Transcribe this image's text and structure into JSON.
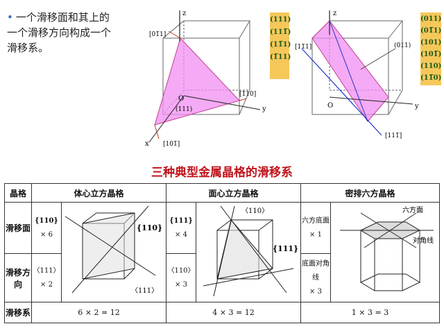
{
  "bullet": {
    "text": "一个滑移面和其上的一个滑移方向构成一个滑移系。"
  },
  "left_figure": {
    "labels": {
      "z": "z",
      "x": "x",
      "y": "y",
      "origin": "O",
      "plane": "(111)",
      "dir1": "[01̅1]",
      "dir2": "[1̅10]",
      "dir3": "[101̅]"
    }
  },
  "left_planes": [
    "(111)",
    "(111̅)",
    "(11̅1)",
    "(1̅11)"
  ],
  "right_figure": {
    "labels": {
      "z": "z",
      "y": "y",
      "origin": "O",
      "plane": "(011)",
      "dir1": "[11̅1]",
      "dir2": "[111̅]"
    }
  },
  "right_planes": [
    "(011)",
    "(01̅1)",
    "(101)",
    "(101̅)",
    "(110)",
    "(11̅0)"
  ],
  "title": "三种典型金属晶格的滑移系",
  "table": {
    "col_header": "晶格",
    "lattices": [
      "体心立方晶格",
      "面心立方晶格",
      "密排六方晶格"
    ],
    "row_plane": "滑移面",
    "row_direction": "滑移方向",
    "row_system": "滑移系",
    "bcc": {
      "plane": "{110}",
      "plane_count": "× 6",
      "dir": "〈111〉",
      "dir_count": "× 2",
      "fig_plane": "{110}",
      "fig_dir": "〈111〉",
      "system": "6 × 2 = 12"
    },
    "fcc": {
      "plane": "{111}",
      "plane_count": "× 4",
      "dir": "〈110〉",
      "dir_count": "× 3",
      "fig_plane": "{111}",
      "fig_dir": "〈110〉",
      "system": "4 × 3 = 12"
    },
    "hcp": {
      "plane": "六方底面",
      "plane_count": "× 1",
      "dir": "底面对角线",
      "dir_count": "× 3",
      "fig_plane": "六方面",
      "fig_dir": "对角线",
      "system": "1 × 3 = 3"
    }
  },
  "colors": {
    "highlight": "#f08ef0",
    "title": "#c0141c",
    "badge": "#f6c85a"
  }
}
